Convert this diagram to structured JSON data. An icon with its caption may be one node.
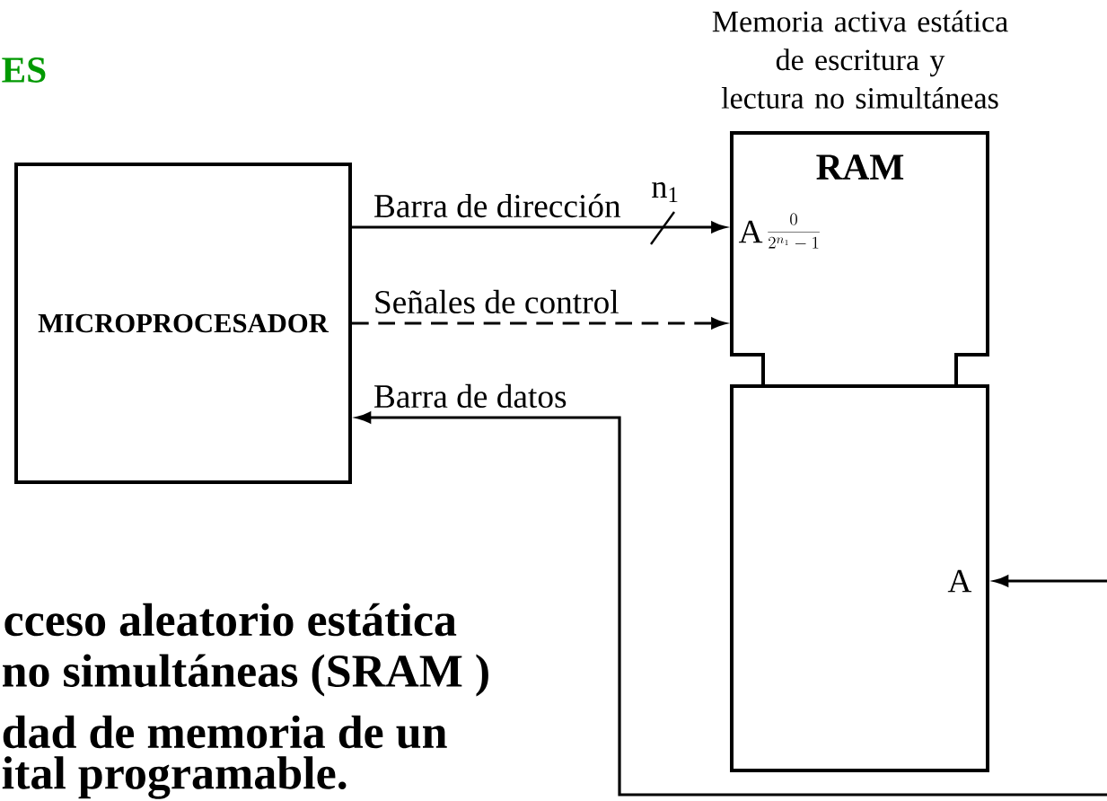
{
  "diagram": {
    "title": "ES",
    "nodes": [
      {
        "text": [
          "MICROPROCESADOR"
        ]
      },
      {
        "text": [
          "RAM",
          "A"
        ],
        "beside": [
          "Memoria activa estática de escritura y lectura no simultáneas"
        ]
      },
      {
        "text": [
          "A"
        ]
      }
    ],
    "edges": [
      {
        "from": 0,
        "to": 1,
        "arrow": "to",
        "label": "Barra de dirección"
      },
      {
        "from": 0,
        "to": 1,
        "arrow": "to",
        "label": "Señales de control",
        "style": "dashed"
      },
      {
        "from": null,
        "to": 0,
        "arrow": "to",
        "label": "Barra de datos"
      },
      {
        "from": null,
        "to": 2,
        "arrow": "to"
      }
    ],
    "labels": [
      "n$_{1}$",
      "\\frac{0}{2^{n_1}-1}",
      "cceso aleatorio estática",
      "no simultáneas (SRAM )",
      "dad de memoria de un",
      "ital programable."
    ]
  }
}
